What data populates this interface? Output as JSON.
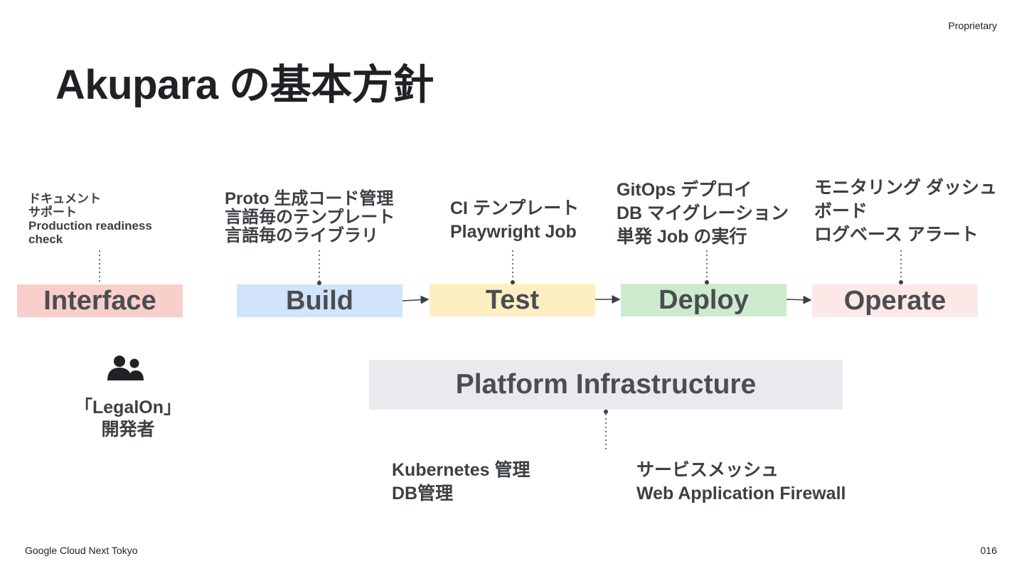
{
  "header": {
    "proprietary": "Proprietary",
    "title": "Akupara の基本方針"
  },
  "footer": {
    "left": "Google Cloud Next Tokyo",
    "page_number": "016"
  },
  "stages": [
    {
      "label": "Interface",
      "color": "#f9cfcb",
      "notes": "ドキュメント\nサポート\nProduction readiness\ncheck"
    },
    {
      "label": "Build",
      "color": "#d2e3fc",
      "notes": "Proto 生成コード管理\n言語毎のテンプレート\n言語毎のライブラリ"
    },
    {
      "label": "Test",
      "color": "#feefc3",
      "notes": "CI テンプレート\nPlaywright Job"
    },
    {
      "label": "Deploy",
      "color": "#cdeacf",
      "notes": "GitOps デプロイ\nDB マイグレーション\n単発 Job の実行"
    },
    {
      "label": "Operate",
      "color": "#fce8e6",
      "notes": "モニタリング ダッシュ\nボード\nログベース アラート"
    }
  ],
  "platform": {
    "label": "Platform Infrastructure",
    "color": "#e8eaed",
    "notes_left": "Kubernetes 管理\nDB管理",
    "notes_right": "サービスメッシュ\nWeb Application Firewall"
  },
  "user": {
    "icon": "people-icon",
    "label": "「LegalOn」\n開発者"
  }
}
